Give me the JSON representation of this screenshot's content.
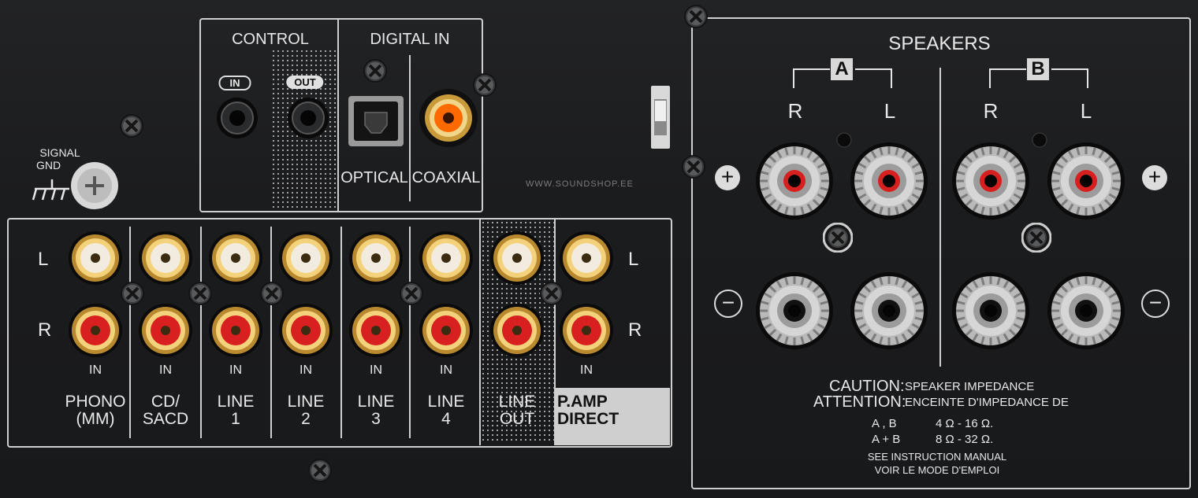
{
  "control": {
    "title": "CONTROL",
    "in_label": "IN",
    "out_label": "OUT"
  },
  "digital_in": {
    "title": "DIGITAL IN",
    "optical": "OPTICAL",
    "coaxial": "COAXIAL"
  },
  "watermark": "WWW.SOUNDSHOP.EE",
  "signal_gnd": {
    "line1": "SIGNAL",
    "line2": "GND"
  },
  "rows": {
    "left": "L",
    "right": "R"
  },
  "inputs": [
    {
      "io": "IN",
      "line1": "PHONO",
      "line2": "(MM)"
    },
    {
      "io": "IN",
      "line1": "CD/",
      "line2": "SACD"
    },
    {
      "io": "IN",
      "line1": "LINE",
      "line2": "1"
    },
    {
      "io": "IN",
      "line1": "LINE",
      "line2": "2"
    },
    {
      "io": "IN",
      "line1": "LINE",
      "line2": "3"
    },
    {
      "io": "IN",
      "line1": "LINE",
      "line2": "4"
    },
    {
      "io": "",
      "line1": "LINE",
      "line2": "OUT"
    },
    {
      "io": "IN",
      "line1": "P.AMP",
      "line2": "DIRECT"
    }
  ],
  "speakers": {
    "title": "SPEAKERS",
    "group_a": "A",
    "group_b": "B",
    "right": "R",
    "left": "L",
    "plus": "+",
    "minus": "−",
    "caution": "CAUTION:",
    "attention": "ATTENTION:",
    "impedance_en": "SPEAKER IMPEDANCE",
    "impedance_fr": "ENCEINTE D'IMPEDANCE DE",
    "row1_combo": "A ,  B",
    "row1_value": "4 Ω - 16 Ω.",
    "row2_combo": "A + B",
    "row2_value": "8 Ω - 32 Ω.",
    "see_manual": "SEE INSTRUCTION MANUAL",
    "voir_mode": "VOIR LE MODE D'EMPLOI"
  },
  "colors": {
    "panel": "#1a1b1d",
    "print": "#e6e6e6",
    "rca_red": "#d82020",
    "rca_white": "#f2ece0",
    "coaxial_orange": "#ff6a00"
  }
}
